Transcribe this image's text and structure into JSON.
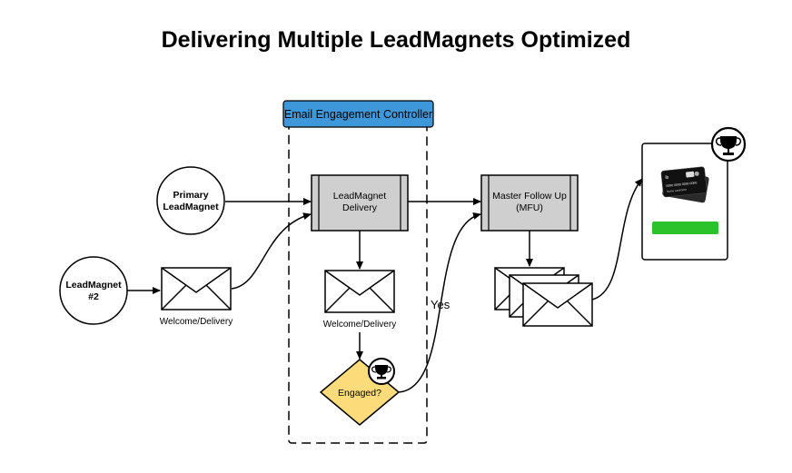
{
  "title": "Delivering Multiple LeadMagnets Optimized",
  "controller": {
    "label": "Email Engagement Controller"
  },
  "nodes": {
    "primary_leadmagnet": {
      "line1": "Primary",
      "line2": "LeadMagnet"
    },
    "leadmagnet_2": {
      "line1": "LeadMagnet",
      "line2": "#2"
    },
    "leadmagnet_delivery": {
      "line1": "LeadMagnet",
      "line2": "Delivery"
    },
    "master_follow_up": {
      "line1": "Master Follow Up",
      "line2": "(MFU)"
    },
    "engaged": {
      "label": "Engaged?"
    }
  },
  "emails": {
    "left_caption": "Welcome/Delivery",
    "center_caption": "Welcome/Delivery"
  },
  "edges": {
    "yes_label": "Yes"
  },
  "card": {
    "brand": "ib",
    "number": "0000 0000 0000 0000",
    "name": "Name Lastname"
  },
  "colors": {
    "controller_blue": "#3d97d8",
    "process_gray": "#cfcfcf",
    "decision_yellow": "#fcdc7a",
    "success_green": "#2bc22b"
  },
  "icons": {
    "trophy": "trophy-icon",
    "envelope": "envelope-icon",
    "credit_card": "credit-card-icon"
  }
}
